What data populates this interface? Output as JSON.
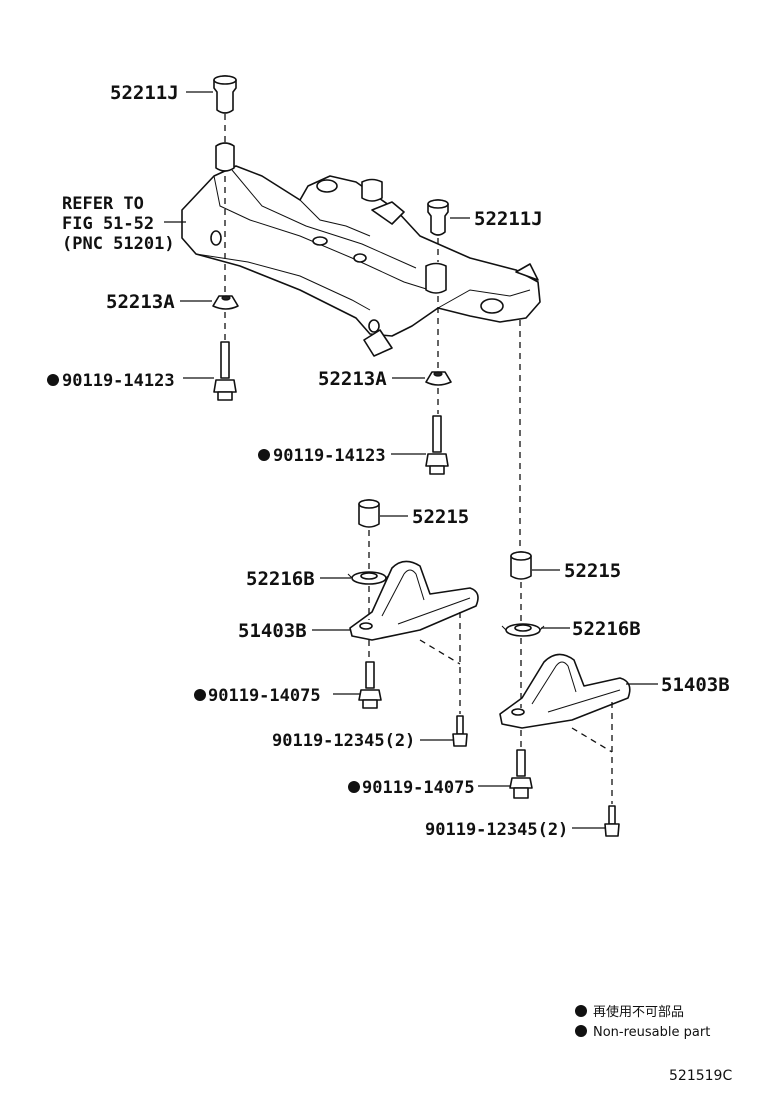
{
  "callouts": {
    "bushing_upper_left": "52211J",
    "bushing_upper_right": "52211J",
    "refer_line1": "REFER TO",
    "refer_line2": "FIG 51-52",
    "refer_line3": "(PNC 51201)",
    "retainer_left": "52213A",
    "retainer_right": "52213A",
    "bolt_left": "90119-14123",
    "bolt_right": "90119-14123",
    "stopper_left": "52215",
    "stopper_right": "52215",
    "washer_left": "52216B",
    "washer_right": "52216B",
    "brace_left": "51403B",
    "brace_right": "51403B",
    "bolt_brace_left": "90119-14075",
    "bolt_brace_right": "90119-14075",
    "bolt_small_left": "90119-12345(2)",
    "bolt_small_right": "90119-12345(2)"
  },
  "legend": {
    "jp": "再使用不可部品",
    "en": "Non-reusable part"
  },
  "diagram_code": "521519C"
}
